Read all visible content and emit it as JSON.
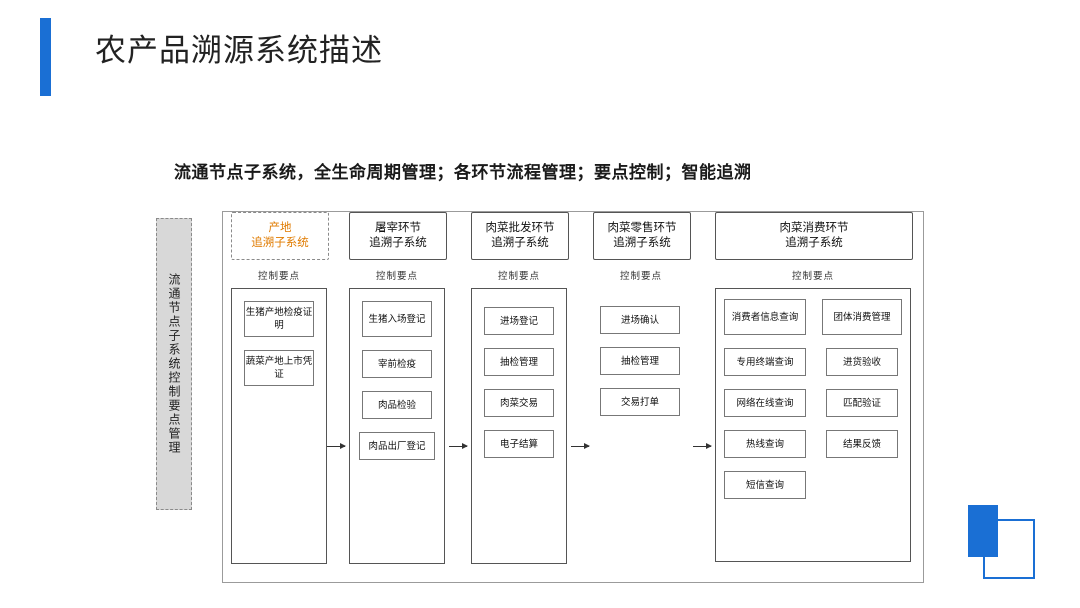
{
  "header": {
    "title": "农产品溯源系统描述",
    "accent_color": "#1a6fd4"
  },
  "subtitle": "流通节点子系统，全生命周期管理；各环节流程管理；要点控制；智能追溯",
  "left_label": "流通节点子系统控制要点管理",
  "diagram": {
    "control_points_label": "控制要点",
    "columns": [
      {
        "id": "origin",
        "head_line1": "产地",
        "head_line2": "追溯子系统",
        "style": "dashed",
        "control_label": "控制要点",
        "cells": [
          "生猪产地检疫证明",
          "蔬菜产地上市凭证"
        ]
      },
      {
        "id": "slaughter",
        "head_line1": "屠宰环节",
        "head_line2": "追溯子系统",
        "style": "solid",
        "control_label": "控制要点",
        "cells": [
          "生猪入场登记",
          "宰前检疫",
          "肉品检验",
          "肉品出厂登记"
        ]
      },
      {
        "id": "wholesale",
        "head_line1": "肉菜批发环节",
        "head_line2": "追溯子系统",
        "style": "solid",
        "control_label": "控制要点",
        "cells": [
          "进场登记",
          "抽检管理",
          "肉菜交易",
          "电子结算"
        ]
      },
      {
        "id": "retail",
        "head_line1": "肉菜零售环节",
        "head_line2": "追溯子系统",
        "style": "solid",
        "control_label": "控制要点",
        "cells": [
          "进场确认",
          "抽检管理",
          "交易打单"
        ]
      },
      {
        "id": "consumption",
        "head_line1": "肉菜消费环节",
        "head_line2": "追溯子系统",
        "style": "solid",
        "control_label": "控制要点",
        "sub_columns": [
          {
            "id": "consumer-info",
            "header": "消费者信息查询",
            "cells": [
              "专用终端查询",
              "网络在线查询",
              "热线查询",
              "短信查询"
            ]
          },
          {
            "id": "group-consumption",
            "header": "团体消费管理",
            "cells": [
              "进货验收",
              "匹配验证",
              "结果反馈"
            ]
          }
        ]
      }
    ]
  }
}
